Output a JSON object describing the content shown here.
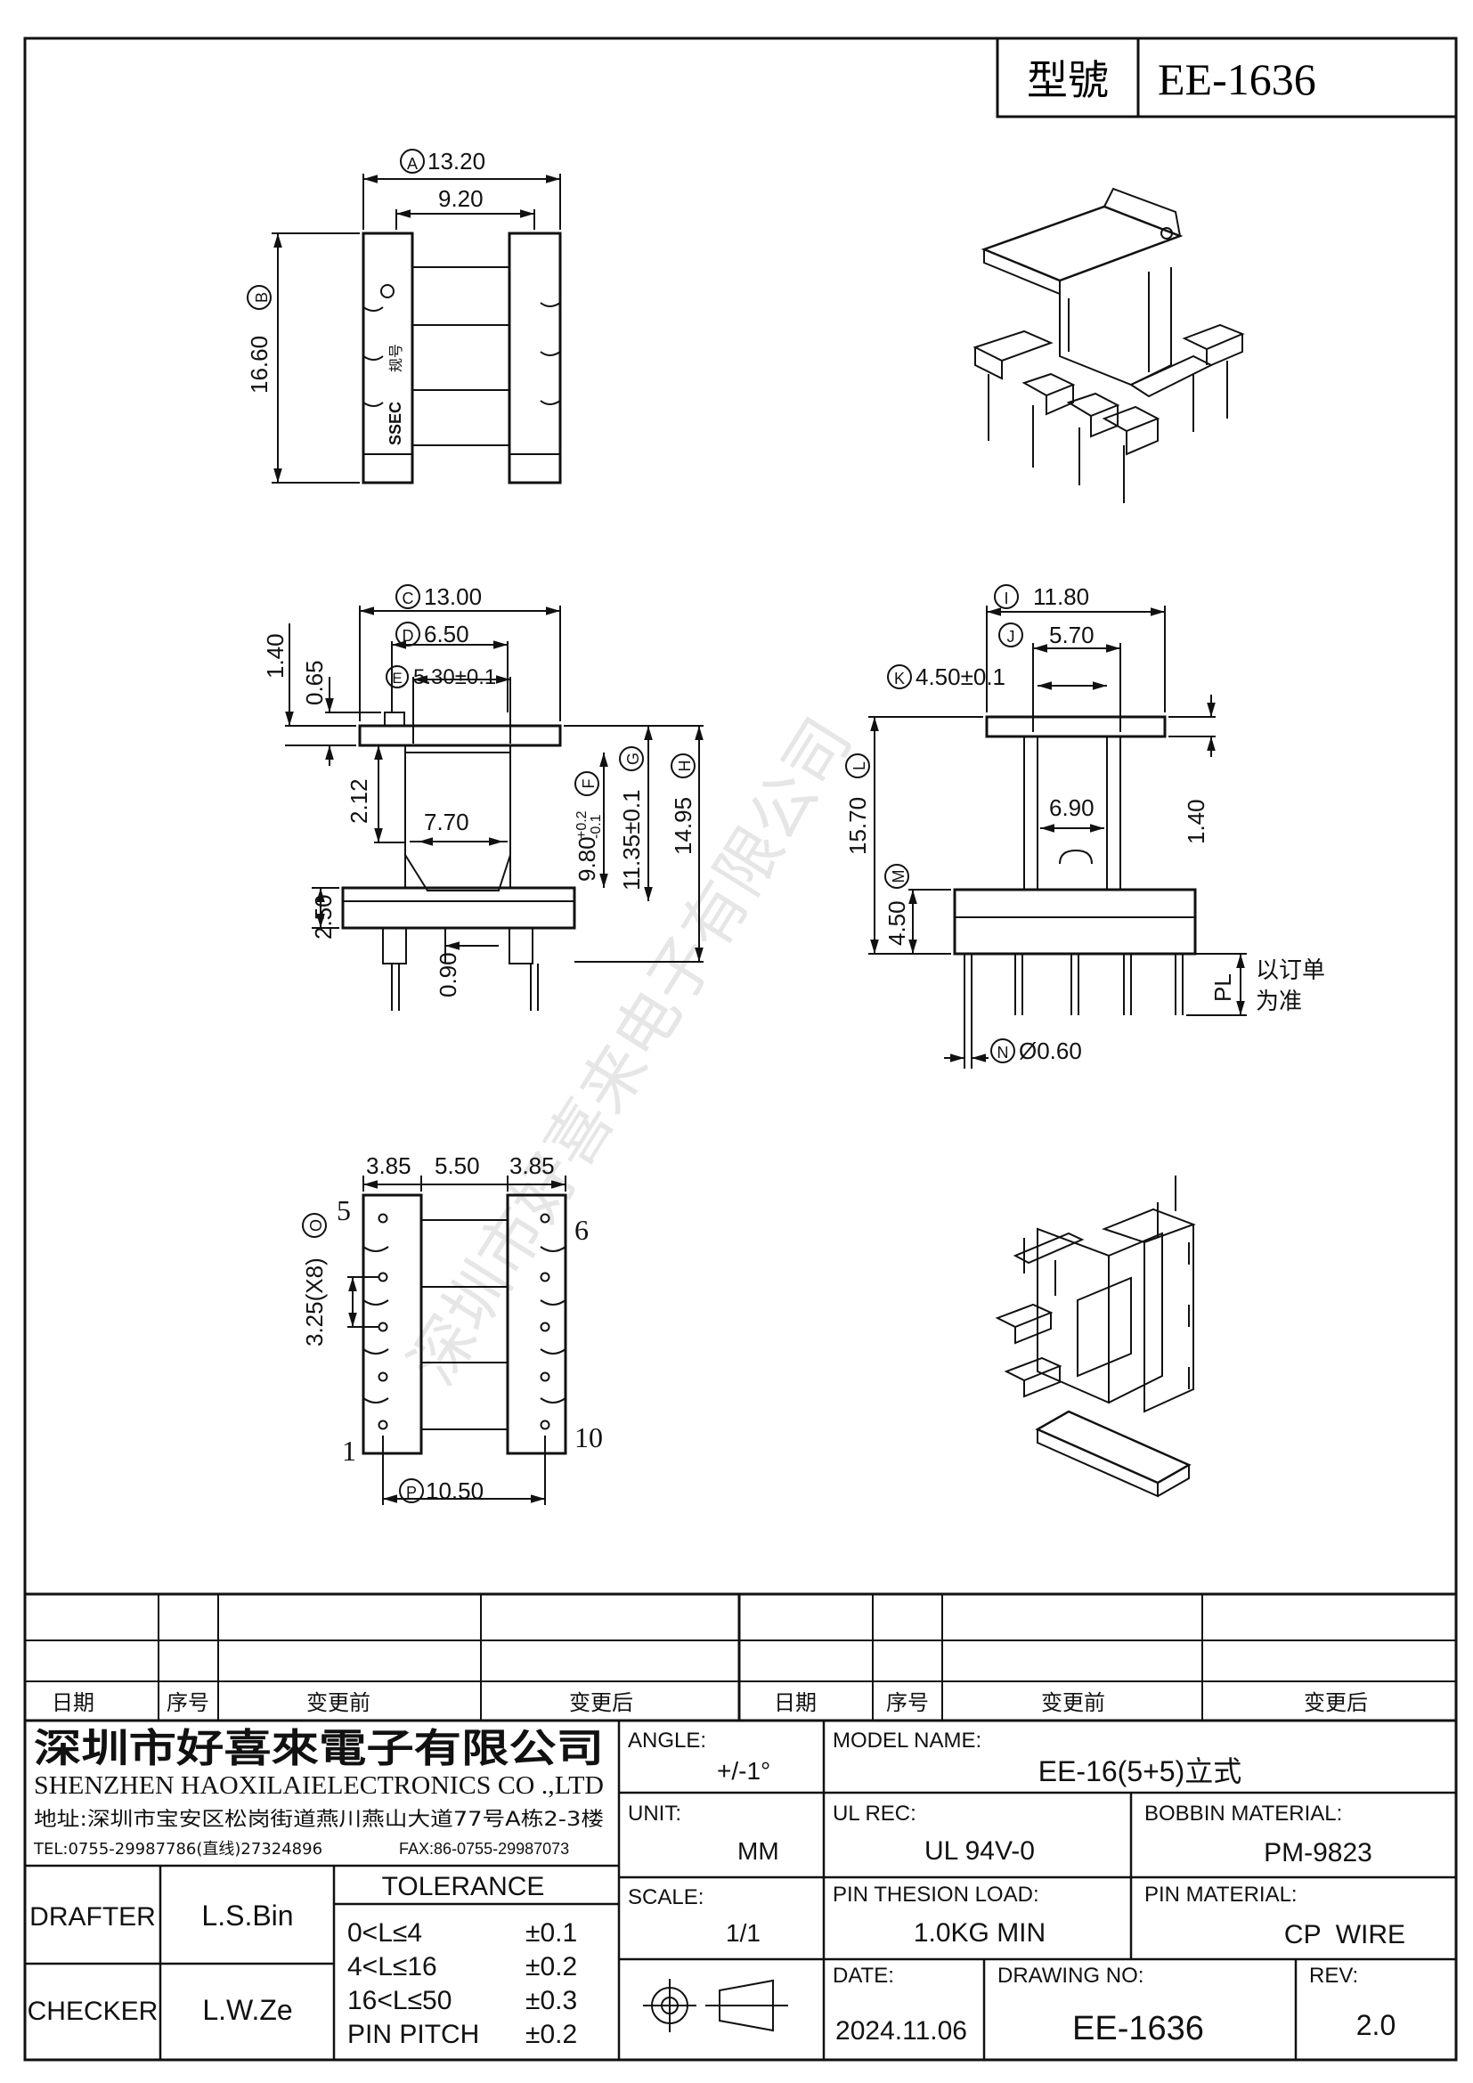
{
  "header": {
    "model_label": "型號",
    "model_value": "EE-1636"
  },
  "views": {
    "top": {
      "dim_a": "13.20",
      "dim_a_tag": "A",
      "dim_inner": "9.20",
      "dim_b": "16.60",
      "dim_b_tag": "B",
      "mark_text": "SSEC",
      "mark_cn": "规号"
    },
    "front": {
      "dim_c": "13.00",
      "dim_c_tag": "C",
      "dim_d": "6.50",
      "dim_d_tag": "D",
      "dim_e": "5.30±0.1",
      "dim_e_tag": "E",
      "dim_f": "9.80",
      "dim_f_tol_up": "+0.2",
      "dim_f_tol_dn": "-0.1",
      "dim_f_tag": "F",
      "dim_g": "11.35±0.1",
      "dim_g_tag": "G",
      "dim_h": "14.95",
      "dim_h_tag": "H",
      "dim_140": "1.40",
      "dim_065": "0.65",
      "dim_212": "2.12",
      "dim_770": "7.70",
      "dim_250": "2.50",
      "dim_090": "0.90"
    },
    "side": {
      "dim_i": "11.80",
      "dim_i_tag": "I",
      "dim_j": "5.70",
      "dim_j_tag": "J",
      "dim_k": "4.50±0.1",
      "dim_k_tag": "K",
      "dim_l": "15.70",
      "dim_l_tag": "L",
      "dim_690": "6.90",
      "dim_140": "1.40",
      "dim_m": "4.50",
      "dim_m_tag": "M",
      "dim_pl": "PL",
      "pl_note_1": "以订单",
      "pl_note_2": "为准",
      "dim_n": "Ø0.60",
      "dim_n_tag": "N"
    },
    "bottom": {
      "dim_385_l": "3.85",
      "dim_550": "5.50",
      "dim_385_r": "3.85",
      "dim_o": "3.25(X8)",
      "dim_o_tag": "O",
      "pin_5": "5",
      "pin_6": "6",
      "pin_1": "1",
      "pin_10": "10",
      "dim_p": "10.50",
      "dim_p_tag": "P"
    },
    "watermark": "深圳市好喜来电子有限公司"
  },
  "revision_table": {
    "headers": [
      "日期",
      "序号",
      "变更前",
      "变更后",
      "日期",
      "序号",
      "变更前",
      "变更后"
    ]
  },
  "title_block": {
    "company_cn": "深圳市好喜來電子有限公司",
    "company_en": "SHENZHEN HAOXILAIELECTRONICS CO .,LTD",
    "address": "地址:深圳市宝安区松岗街道燕川燕山大道77号A栋2-3楼",
    "tel": "TEL:0755-29987786(直线)27324896",
    "fax": "FAX:86-0755-29987073",
    "drafter_label": "DRAFTER",
    "drafter": "L.S.Bin",
    "checker_label": "CHECKER",
    "checker": "L.W.Ze",
    "tolerance_title": "TOLERANCE",
    "tolerances": [
      {
        "range": "0<L≤4",
        "tol": "±0.1"
      },
      {
        "range": "4<L≤16",
        "tol": "±0.2"
      },
      {
        "range": "16<L≤50",
        "tol": "±0.3"
      },
      {
        "range": "PIN PITCH",
        "tol": "±0.2"
      }
    ],
    "angle_label": "ANGLE:",
    "angle": "+/-1°",
    "unit_label": "UNIT:",
    "unit": "MM",
    "scale_label": "SCALE:",
    "scale": "1/1",
    "model_name_label": "MODEL NAME:",
    "model_name": "EE-16(5+5)立式",
    "ul_rec_label": "UL REC:",
    "ul_rec": "UL 94V-0",
    "bobbin_material_label": "BOBBIN MATERIAL:",
    "bobbin_material": "PM-9823",
    "pin_load_label": "PIN THESION LOAD:",
    "pin_load": "1.0KG MIN",
    "pin_material_label": "PIN MATERIAL:",
    "pin_material": "CP  WIRE",
    "date_label": "DATE:",
    "date": "2024.11.06",
    "drawing_no_label": "DRAWING NO:",
    "drawing_no": "EE-1636",
    "rev_label": "REV:",
    "rev": "2.0"
  }
}
